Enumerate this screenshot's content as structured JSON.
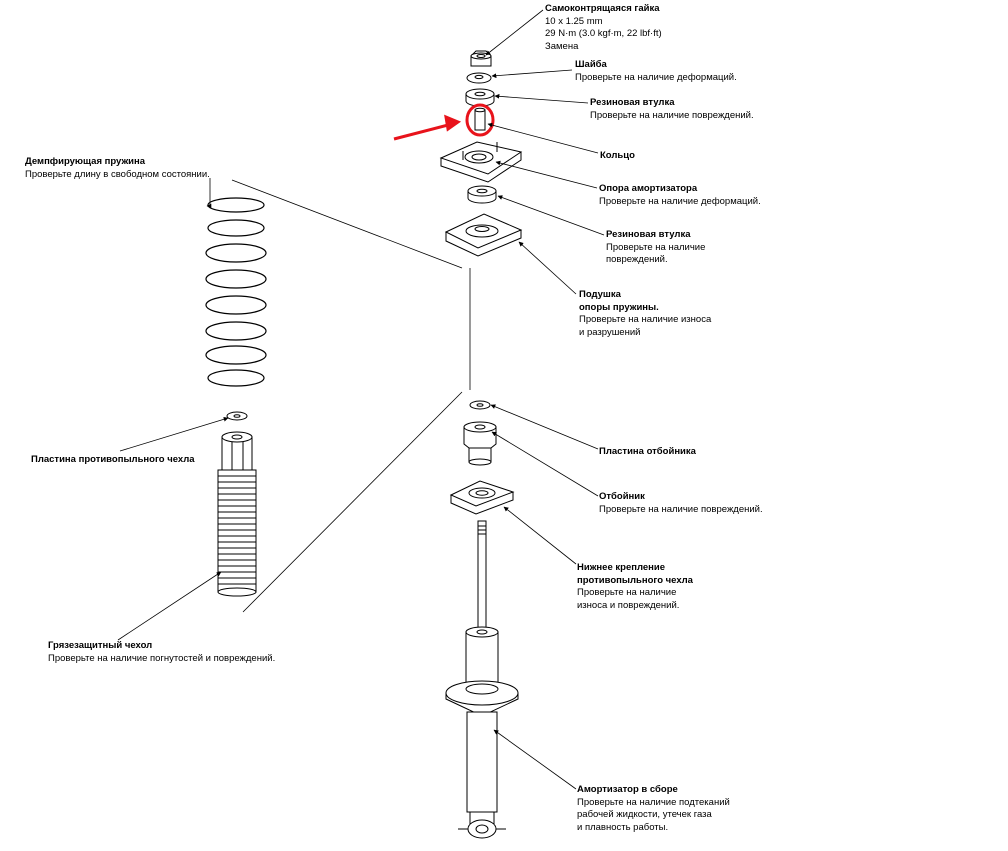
{
  "labels": {
    "nut": {
      "title": "Самоконтрящаяся гайка",
      "lines": [
        "10 x 1.25 mm",
        "29 N·m (3.0 kgf·m, 22 lbf·ft)",
        "Замена"
      ]
    },
    "washer": {
      "title": "Шайба",
      "lines": [
        "Проверьте на наличие деформаций."
      ]
    },
    "bushing_upper": {
      "title": "Резиновая втулка",
      "lines": [
        "Проверьте на наличие повреждений."
      ]
    },
    "collar": {
      "title": "Кольцо",
      "lines": []
    },
    "mount": {
      "title": "Опора амортизатора",
      "lines": [
        "Проверьте на наличие деформаций."
      ]
    },
    "bushing_lower": {
      "title": "Резиновая втулка",
      "lines": [
        "Проверьте на наличие",
        "повреждений."
      ]
    },
    "spring_seat": {
      "title": "Подушка",
      "lines": [
        "опоры пружины.",
        "Проверьте на наличие износа",
        "и разрушений"
      ]
    },
    "damper_spring": {
      "title": "Демпфирующая пружина",
      "lines": [
        "Проверьте длину в свободном состоянии."
      ]
    },
    "dust_plate": {
      "title": "Пластина противопыльного чехла",
      "lines": []
    },
    "dust_boot": {
      "title": "Грязезащитный чехол",
      "lines": [
        "Проверьте на наличие погнутостей и повреждений."
      ]
    },
    "bump_plate": {
      "title": "Пластина отбойника",
      "lines": []
    },
    "bump_stop": {
      "title": "Отбойник",
      "lines": [
        "Проверьте на наличие повреждений."
      ]
    },
    "boot_mount": {
      "title": "Нижнее крепление",
      "lines": [
        "противопыльного чехла",
        "Проверьте на наличие",
        "износа и повреждений."
      ]
    },
    "shock": {
      "title": "Амортизатор в сборе",
      "lines": [
        "Проверьте на наличие подтеканий",
        "рабочей жидкости, утечек газа",
        "и плавность работы."
      ]
    }
  },
  "colors": {
    "line": "#000000",
    "highlight": "#e8131b",
    "paper": "#ffffff"
  }
}
